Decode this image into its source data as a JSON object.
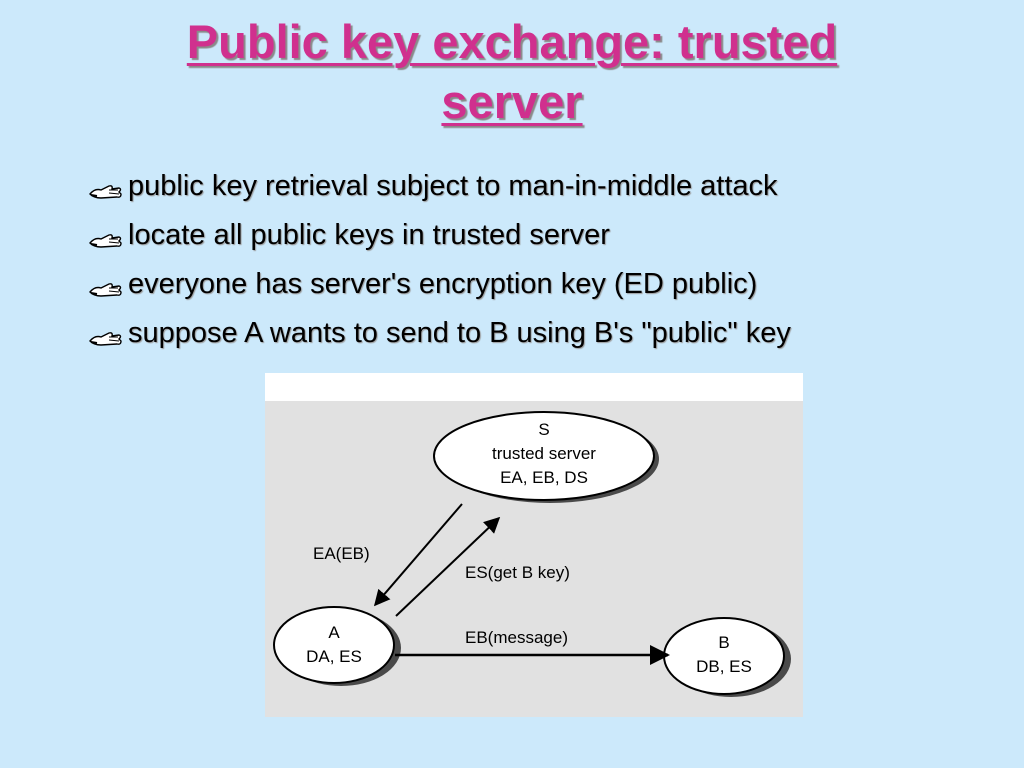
{
  "slide": {
    "title_line1": "Public key exchange: trusted",
    "title_line2": "server",
    "bullets": [
      "public key retrieval subject to man-in-middle attack",
      "locate all public keys in trusted server",
      "everyone has server's encryption key (ED public)",
      "suppose A wants to send to B using B's \"public\" key"
    ]
  },
  "diagram": {
    "server": {
      "line1": "S",
      "line2": "trusted server",
      "line3": "EA, EB, DS"
    },
    "node_a": {
      "line1": "A",
      "line2": "DA, ES"
    },
    "node_b": {
      "line1": "B",
      "line2": "DB, ES"
    },
    "arrows": {
      "server_to_a": "EA(EB)",
      "a_to_server": "ES(get B key)",
      "a_to_b": "EB(message)"
    }
  },
  "colors": {
    "background": "#cce9fb",
    "title": "#d0308e",
    "figure_background": "#e1e1e1"
  }
}
